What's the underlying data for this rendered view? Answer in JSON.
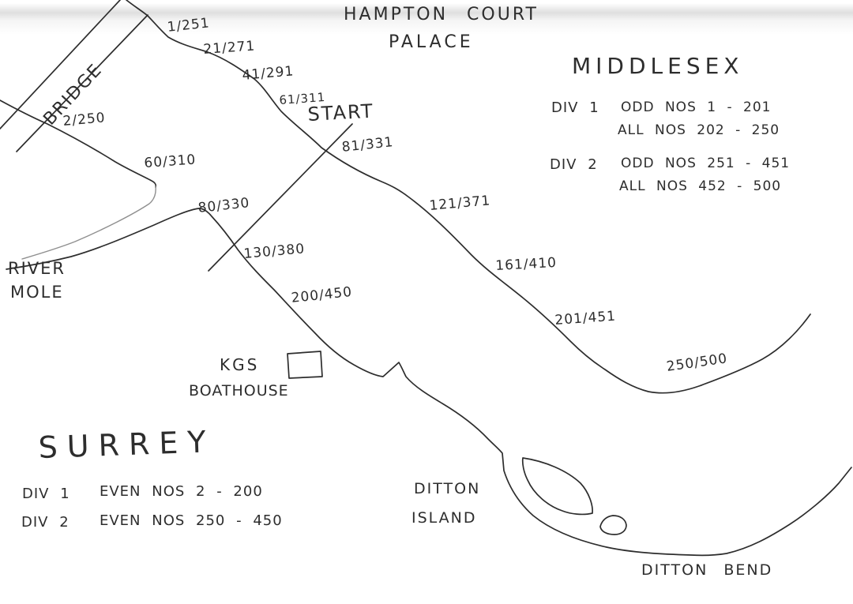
{
  "map": {
    "ink": "#2d2d2d",
    "faint_ink": "#8f8f8f",
    "paper": "#ffffff"
  },
  "landmarks": {
    "bridge": "BRIDGE",
    "hampton_court": "HAMPTON COURT",
    "palace": "PALACE",
    "start": "START",
    "river": "RIVER",
    "mole": "MOLE",
    "kgs": "KGS",
    "boathouse": "BOATHOUSE",
    "ditton": "DITTON",
    "island": "ISLAND",
    "ditton_bend": "DITTON BEND"
  },
  "regions": {
    "middlesex": {
      "name": "MIDDLESEX",
      "divisions": [
        {
          "label": "DIV 1",
          "line1": "ODD NOS 1 - 201",
          "line2": "ALL NOS 202 - 250"
        },
        {
          "label": "DIV 2",
          "line1": "ODD NOS 251 - 451",
          "line2": "ALL NOS 452 - 500"
        }
      ]
    },
    "surrey": {
      "name": "SURREY",
      "divisions": [
        {
          "label": "DIV 1",
          "line1": "EVEN NOS 2 - 200"
        },
        {
          "label": "DIV 2",
          "line1": "EVEN NOS 250 - 450"
        }
      ]
    }
  },
  "distance_markers": {
    "middlesex_bank": [
      "1/251",
      "21/271",
      "41/291",
      "61/311",
      "81/331",
      "121/371",
      "161/410",
      "201/451",
      "250/500"
    ],
    "surrey_bank": [
      "2/250",
      "60/310",
      "80/330",
      "130/380",
      "200/450"
    ]
  }
}
